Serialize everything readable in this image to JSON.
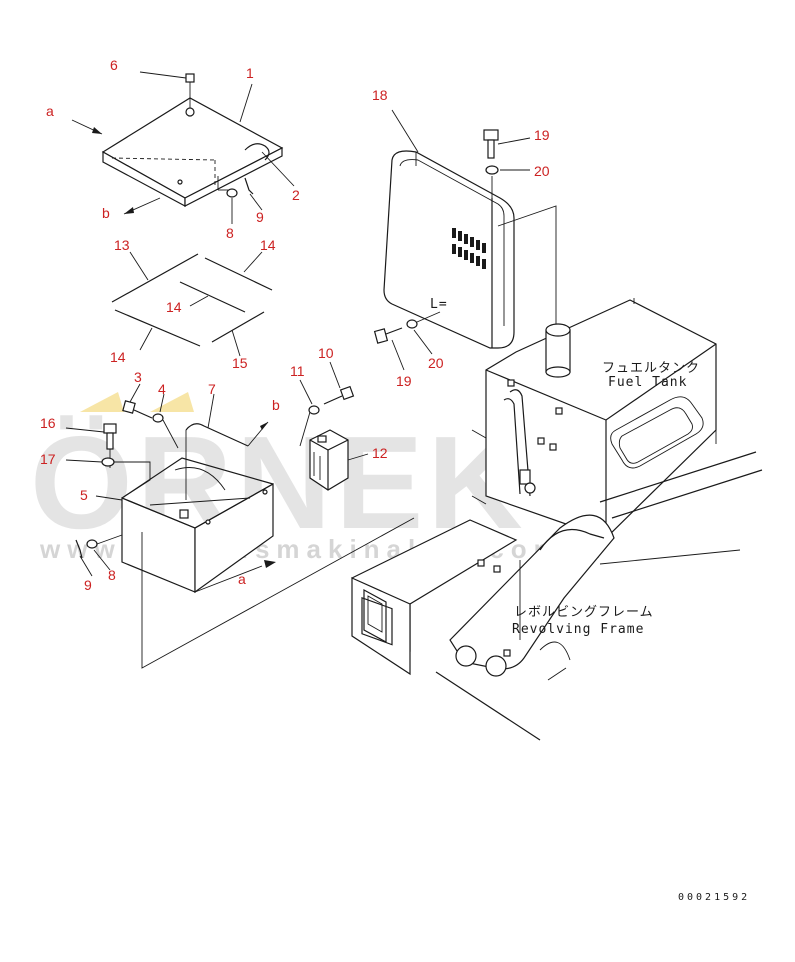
{
  "watermark": {
    "brand": "ÖRNEK",
    "url": "www.ornekismakinalari.com.tr",
    "color": "#cfcfcf",
    "accent": "#f2d36b"
  },
  "callouts": {
    "c1": "1",
    "c2": "2",
    "c3": "3",
    "c4": "4",
    "c5": "5",
    "c6": "6",
    "c7": "7",
    "c8a": "8",
    "c8b": "8",
    "c9a": "9",
    "c9b": "9",
    "c10": "10",
    "c11": "11",
    "c12": "12",
    "c13": "13",
    "c14a": "14",
    "c14b": "14",
    "c14c": "14",
    "c15": "15",
    "c16": "16",
    "c17": "17",
    "c18": "18",
    "c19a": "19",
    "c19b": "19",
    "c20a": "20",
    "c20b": "20"
  },
  "refs": {
    "a_top": "a",
    "b_top": "b",
    "b_mid": "b",
    "a_bottom": "a"
  },
  "labels": {
    "fuel_tank_jp": "フュエルタンク",
    "fuel_tank_en": "Fuel Tank",
    "frame_jp": "レボルビングフレーム",
    "frame_en": "Revolving Frame"
  },
  "doc_number": "00021592",
  "colors": {
    "callout": "#cc2222",
    "line": "#1a1a1a"
  }
}
